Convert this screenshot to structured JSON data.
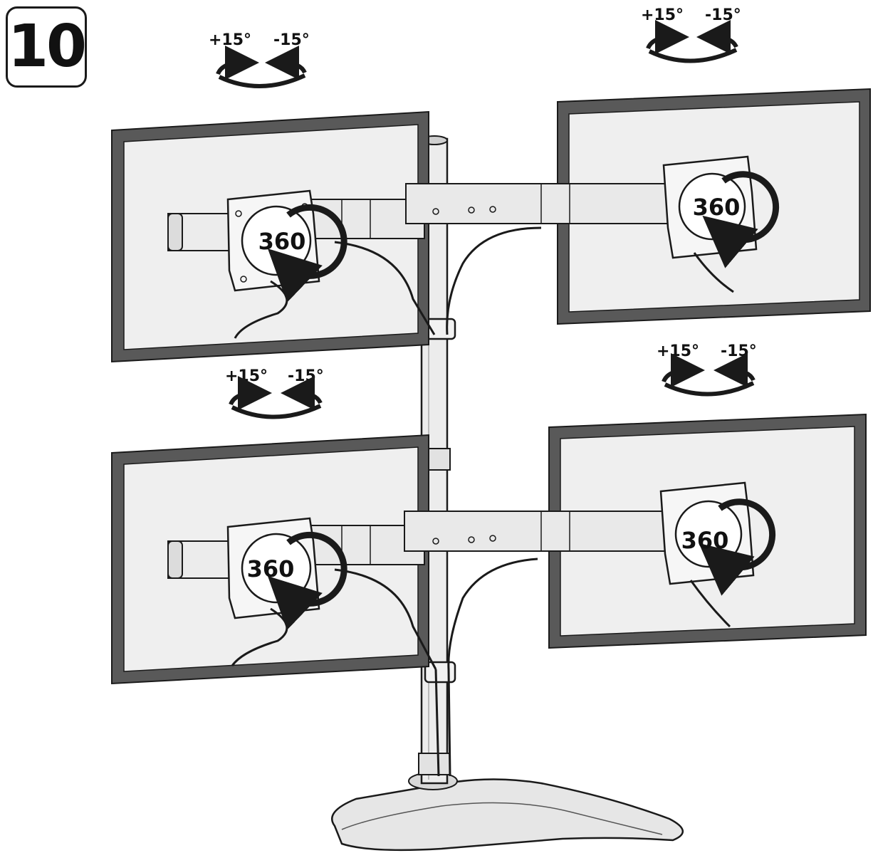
{
  "step": {
    "number": "10"
  },
  "rotation": {
    "tilt_plus": "+15°",
    "tilt_minus": "-15°",
    "rotate_full": "360"
  },
  "colors": {
    "ink": "#1a1a1a",
    "frame": "#555555",
    "screen": "#efefef",
    "metal": "#e9e9e9"
  },
  "monitors": [
    {
      "id": "top-left"
    },
    {
      "id": "top-right"
    },
    {
      "id": "bottom-left"
    },
    {
      "id": "bottom-right"
    }
  ]
}
